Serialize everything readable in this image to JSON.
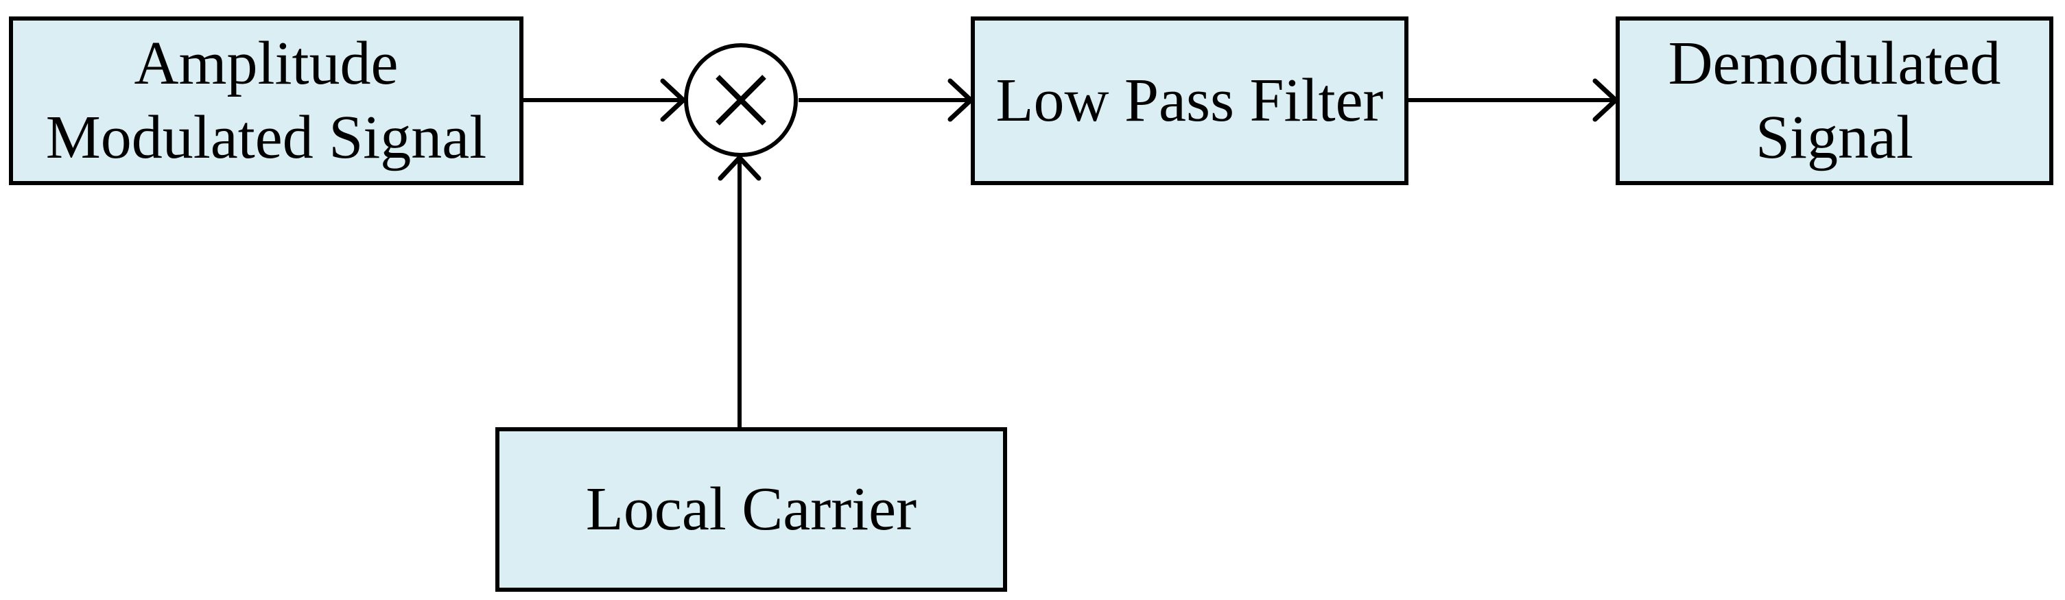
{
  "diagram": {
    "blocks": [
      {
        "id": "amplitude-modulated-signal",
        "lines": [
          "Amplitude",
          "Modulated Signal"
        ]
      },
      {
        "id": "low-pass-filter",
        "lines": [
          "Low Pass Filter"
        ]
      },
      {
        "id": "demodulated-signal",
        "lines": [
          "Demodulated",
          "Signal"
        ]
      },
      {
        "id": "local-carrier",
        "lines": [
          "Local Carrier"
        ]
      }
    ],
    "multiplier": {
      "icon": "multiply-icon",
      "symbol": "×"
    },
    "connections": [
      {
        "from": "amplitude-modulated-signal",
        "to": "multiplier",
        "direction": "right"
      },
      {
        "from": "multiplier",
        "to": "low-pass-filter",
        "direction": "right"
      },
      {
        "from": "low-pass-filter",
        "to": "demodulated-signal",
        "direction": "right"
      },
      {
        "from": "local-carrier",
        "to": "multiplier",
        "direction": "up"
      }
    ],
    "colors": {
      "block_fill": "#daeef3",
      "block_border": "#000000",
      "connector": "#000000",
      "multiplier_fill": "#ffffff",
      "text": "#000000",
      "background": "#ffffff"
    }
  }
}
